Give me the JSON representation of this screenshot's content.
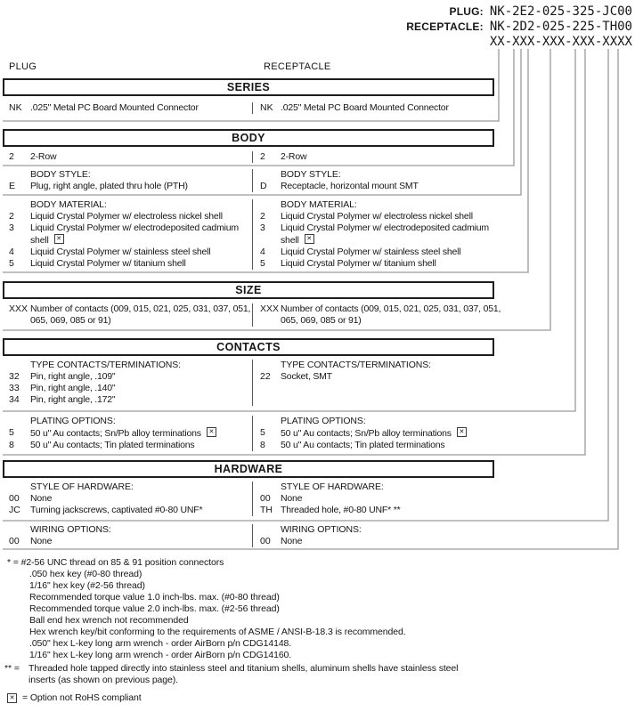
{
  "part_header": {
    "plug_label": "PLUG:",
    "plug_value": "NK-2E2-025-325-JC00",
    "receptacle_label": "RECEPTACLE:",
    "receptacle_value": "NK-2D2-025-225-TH00",
    "pattern": "XX-XXX-XXX-XXX-XXXX"
  },
  "column_labels": {
    "plug": "PLUG",
    "receptacle": "RECEPTACLE"
  },
  "series": {
    "title": "SERIES",
    "plug": {
      "code": "NK",
      "desc": ".025\" Metal PC Board Mounted Connector"
    },
    "receptacle": {
      "code": "NK",
      "desc": ".025\" Metal PC Board Mounted Connector"
    }
  },
  "body": {
    "title": "BODY",
    "rows": {
      "plug": {
        "code": "2",
        "desc": "2-Row"
      },
      "receptacle": {
        "code": "2",
        "desc": "2-Row"
      }
    },
    "style": {
      "heading": "BODY STYLE:",
      "plug": {
        "code": "E",
        "desc": "Plug, right angle, plated thru hole (PTH)"
      },
      "receptacle": {
        "code": "D",
        "desc": "Receptacle, horizontal mount SMT"
      }
    },
    "material": {
      "heading": "BODY MATERIAL:",
      "plug": [
        {
          "code": "2",
          "desc": "Liquid Crystal Polymer w/ electroless nickel shell"
        },
        {
          "code": "3",
          "desc": "Liquid Crystal Polymer w/ electrodeposited cadmium shell",
          "not_rohs": true
        },
        {
          "code": "4",
          "desc": "Liquid Crystal Polymer w/ stainless steel shell"
        },
        {
          "code": "5",
          "desc": "Liquid Crystal Polymer w/ titanium shell"
        }
      ],
      "receptacle": [
        {
          "code": "2",
          "desc": "Liquid Crystal Polymer w/ electroless nickel shell"
        },
        {
          "code": "3",
          "desc": "Liquid Crystal Polymer w/ electrodeposited cadmium shell",
          "not_rohs": true
        },
        {
          "code": "4",
          "desc": "Liquid Crystal Polymer w/ stainless steel shell"
        },
        {
          "code": "5",
          "desc": "Liquid Crystal Polymer w/ titanium shell"
        }
      ]
    }
  },
  "size": {
    "title": "SIZE",
    "plug": {
      "code": "XXX",
      "desc": "Number of contacts (009, 015, 021, 025, 031, 037, 051, 065, 069, 085 or 91)"
    },
    "receptacle": {
      "code": "XXX",
      "desc": "Number of contacts (009, 015, 021, 025, 031, 037, 051, 065, 069, 085 or 91)"
    }
  },
  "contacts": {
    "title": "CONTACTS",
    "type": {
      "heading": "TYPE CONTACTS/TERMINATIONS:",
      "plug": [
        {
          "code": "32",
          "desc": "Pin, right angle, .109\""
        },
        {
          "code": "33",
          "desc": "Pin, right angle, .140\""
        },
        {
          "code": "34",
          "desc": "Pin, right angle, .172\""
        }
      ],
      "receptacle": [
        {
          "code": "22",
          "desc": "Socket, SMT"
        }
      ]
    },
    "plating": {
      "heading": "PLATING OPTIONS:",
      "plug": [
        {
          "code": "5",
          "desc": "50 u\" Au contacts; Sn/Pb alloy terminations",
          "not_rohs": true
        },
        {
          "code": "8",
          "desc": "50 u\" Au contacts; Tin plated terminations"
        }
      ],
      "receptacle": [
        {
          "code": "5",
          "desc": "50 u\" Au contacts; Sn/Pb alloy terminations",
          "not_rohs": true
        },
        {
          "code": "8",
          "desc": "50 u\" Au contacts; Tin plated terminations"
        }
      ]
    }
  },
  "hardware": {
    "title": "HARDWARE",
    "style": {
      "heading": "STYLE OF HARDWARE:",
      "plug": [
        {
          "code": "00",
          "desc": "None"
        },
        {
          "code": "JC",
          "desc": "Turning jackscrews, captivated #0-80 UNF*"
        }
      ],
      "receptacle": [
        {
          "code": "00",
          "desc": "None"
        },
        {
          "code": "TH",
          "desc": "Threaded hole, #0-80 UNF* **"
        }
      ]
    },
    "wiring": {
      "heading": "WIRING OPTIONS:",
      "plug": [
        {
          "code": "00",
          "desc": "None"
        }
      ],
      "receptacle": [
        {
          "code": "00",
          "desc": "None"
        }
      ]
    }
  },
  "footnotes": {
    "star_line": "* = #2-56 UNC thread on 85 & 91 position connectors",
    "star_details": [
      ".050 hex key (#0-80 thread)",
      "1/16\" hex key (#2-56 thread)",
      "Recommended torque value 1.0 inch-lbs. max. (#0-80 thread)",
      "Recommended torque value 2.0 inch-lbs. max. (#2-56 thread)",
      "Ball end hex wrench not recommended",
      "Hex wrench key/bit conforming to the requirements of ASME / ANSI-B-18.3 is recommended.",
      ".050\" hex L-key long arm wrench - order AirBorn p/n CDG14148.",
      "1/16\" hex L-key long arm wrench - order AirBorn p/n CDG14160."
    ],
    "double_star_prefix": "** =",
    "double_star_lines": [
      "Threaded hole tapped directly into stainless steel and titanium shells, aluminum shells have stainless steel",
      "inserts (as shown on previous page)."
    ],
    "rohs_label": "= Option not RoHS compliant"
  },
  "icons": {
    "not_rohs": "boxed-x"
  },
  "colors": {
    "rule": "#9a9a9a",
    "divider": "#5a5a5a",
    "box_border": "#1d1d1d",
    "text": "#161616"
  }
}
